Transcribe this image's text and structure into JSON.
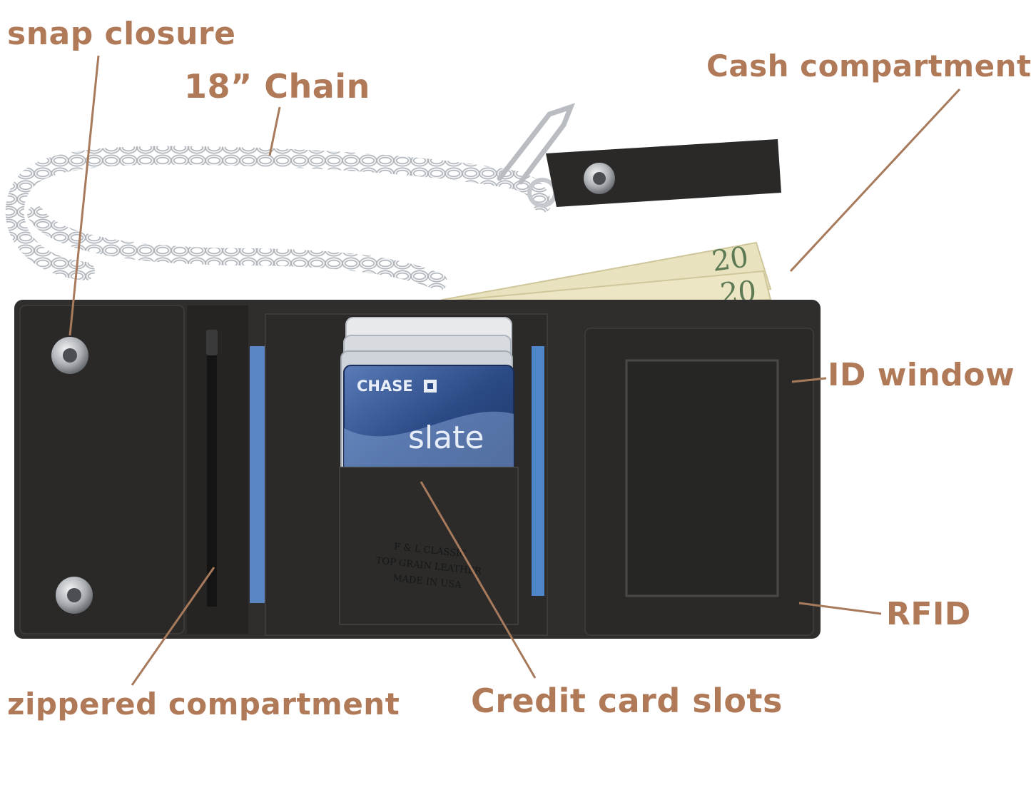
{
  "callouts": {
    "snap_closure": "snap closure",
    "chain": "18” Chain",
    "cash_compartment": "Cash compartment",
    "id_window": "ID window",
    "rfid": "RFID",
    "zippered_compartment": "zippered compartment",
    "credit_card_slots": "Credit card slots"
  },
  "card": {
    "bank": "CHASE",
    "product": "slate"
  },
  "banknote": {
    "denomination": "20"
  },
  "stamp": {
    "line1": "F & L CLASSIC",
    "line2": "TOP GRAIN LEATHER",
    "line3": "MADE IN USA"
  },
  "colors": {
    "callout_text": "#b07a58",
    "leather": "#2a2928",
    "chain": "#c9ccd0",
    "card_blue": "#2f4f86",
    "banknote": "#e8e2bf"
  }
}
